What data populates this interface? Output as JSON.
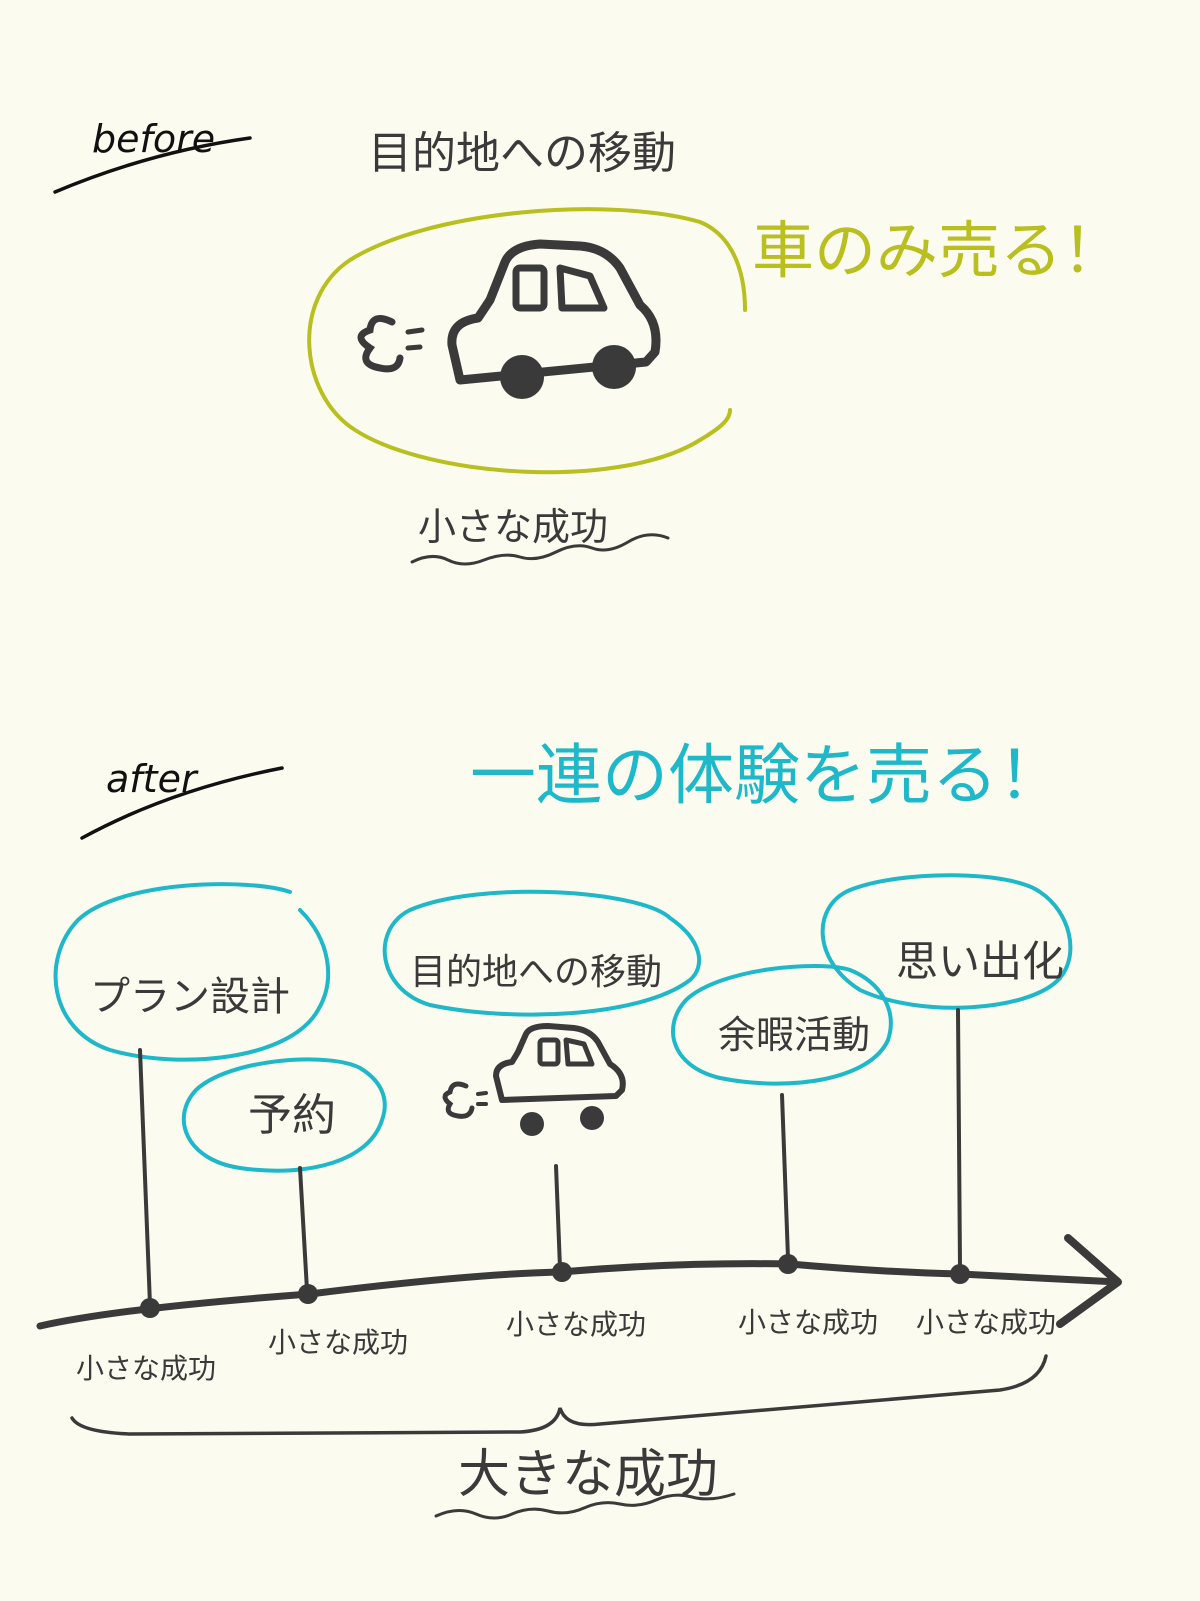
{
  "colors": {
    "ink": "#3a3a3a",
    "lime": "#b8bf1e",
    "teal": "#1fb8c8",
    "paper": "#fbfbf0"
  },
  "before": {
    "label": "before",
    "title": "目的地への移動",
    "slogan": "車のみ売る！",
    "result": "小さな成功",
    "icon": "car-icon"
  },
  "after": {
    "label": "after",
    "slogan": "一連の体験を売る！",
    "steps": [
      {
        "label": "プラン設計",
        "result": "小さな成功"
      },
      {
        "label": "予約",
        "result": "小さな成功"
      },
      {
        "label": "目的地への移動",
        "result": "小さな成功",
        "icon": "car-icon"
      },
      {
        "label": "余暇活動",
        "result": "小さな成功"
      },
      {
        "label": "思い出化",
        "result": "小さな成功"
      }
    ],
    "total_result": "大きな成功"
  }
}
